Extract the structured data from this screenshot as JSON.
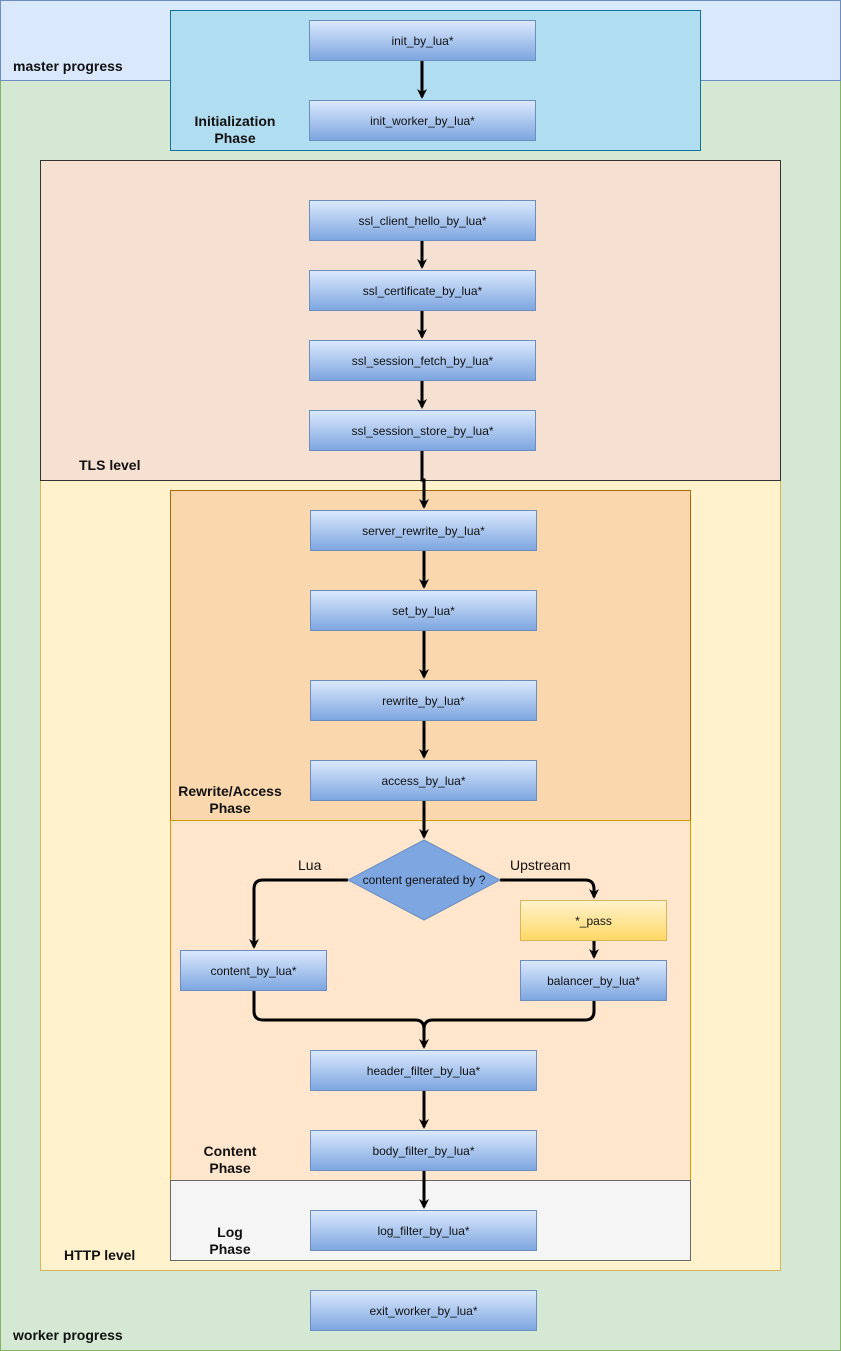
{
  "regions": {
    "master": "master progress",
    "worker": "worker progress",
    "init": "Initialization Phase",
    "tls": "TLS level",
    "http": "HTTP level",
    "rewrite": "Rewrite/Access Phase",
    "content": "Content Phase",
    "log": "Log Phase"
  },
  "nodes": {
    "init_by_lua": "init_by_lua*",
    "init_worker_by_lua": "init_worker_by_lua*",
    "ssl_client_hello_by_lua": "ssl_client_hello_by_lua*",
    "ssl_certificate_by_lua": "ssl_certificate_by_lua*",
    "ssl_session_fetch_by_lua": "ssl_session_fetch_by_lua*",
    "ssl_session_store_by_lua": "ssl_session_store_by_lua*",
    "server_rewrite_by_lua": "server_rewrite_by_lua*",
    "set_by_lua": "set_by_lua*",
    "rewrite_by_lua": "rewrite_by_lua*",
    "access_by_lua": "access_by_lua*",
    "decision": "content generated by ?",
    "content_by_lua": "content_by_lua*",
    "pass": "*_pass",
    "balancer_by_lua": "balancer_by_lua*",
    "header_filter_by_lua": "header_filter_by_lua*",
    "body_filter_by_lua": "body_filter_by_lua*",
    "log_filter_by_lua": "log_filter_by_lua*",
    "exit_worker_by_lua": "exit_worker_by_lua*"
  },
  "edge_labels": {
    "lua": "Lua",
    "upstream": "Upstream"
  },
  "colors": {
    "master_bg": "#dae8fc",
    "worker_bg": "#d5e8d4",
    "init_bg": "#b1ddf0",
    "tls_bg": "#f5e0d1",
    "http_bg": "#fff2cc",
    "rewrite_bg": "#fad7ac",
    "content_bg": "#ffe6cc",
    "log_bg": "#f5f5f5"
  }
}
